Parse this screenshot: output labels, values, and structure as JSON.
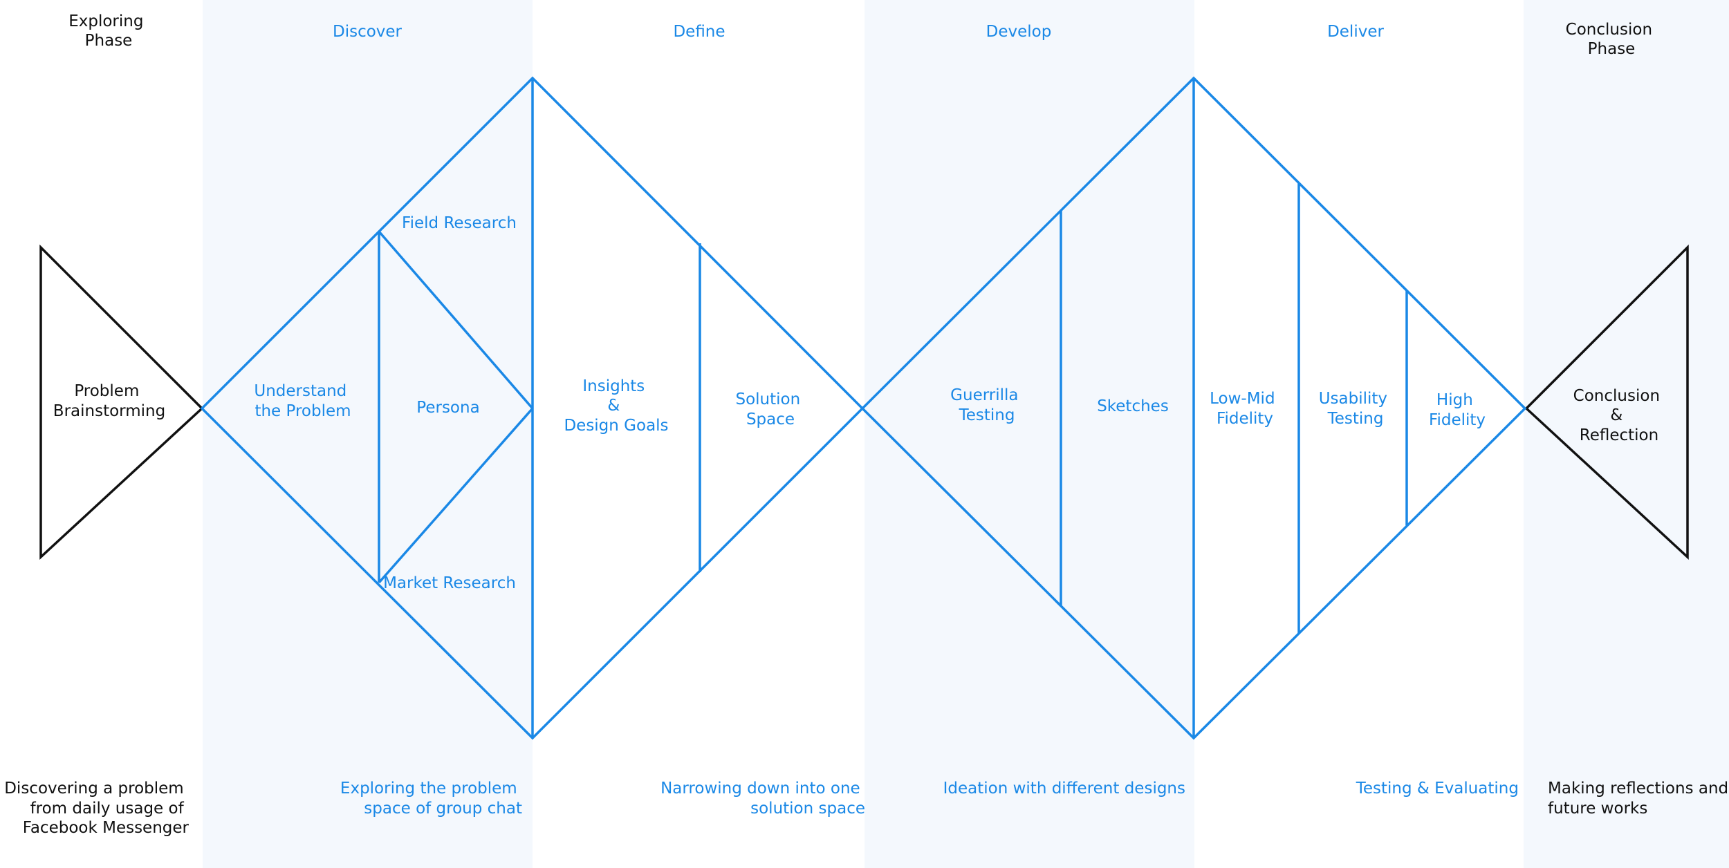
{
  "colors": {
    "accent": "#1a88e6",
    "ink": "#111111",
    "band": "#f4f8fd",
    "background": "#ffffff"
  },
  "header": {
    "exploring_phase": [
      "Exploring",
      "Phase"
    ],
    "discover": "Discover",
    "define": "Define",
    "develop": "Develop",
    "deliver": "Deliver",
    "conclusion_phase": [
      "Conclusion",
      "Phase"
    ]
  },
  "diagram": {
    "problem_brainstorming": [
      "Problem",
      "Brainstorming"
    ],
    "understand_problem": [
      "Understand",
      "the Problem"
    ],
    "field_research": "Field Research",
    "persona": "Persona",
    "market_research": "Market Research",
    "insights_design_goals": [
      "Insights",
      "&",
      "Design Goals"
    ],
    "solution_space": [
      "Solution",
      "Space"
    ],
    "guerrilla_testing": [
      "Guerrilla",
      "Testing"
    ],
    "sketches": "Sketches",
    "low_mid_fidelity": [
      "Low-Mid",
      "Fidelity"
    ],
    "usability_testing": [
      "Usability",
      "Testing"
    ],
    "high_fidelity": [
      "High",
      "Fidelity"
    ],
    "conclusion_reflection": [
      "Conclusion",
      "&",
      "Reflection"
    ]
  },
  "footer": {
    "exploring_desc": [
      "Discovering a problem",
      "from daily usage of",
      "Facebook Messenger"
    ],
    "discover_desc": [
      "Exploring the problem",
      "space of group chat"
    ],
    "define_desc": [
      "Narrowing down into one",
      "solution space"
    ],
    "develop_desc": "Ideation with different designs",
    "deliver_desc": "Testing & Evaluating",
    "conclusion_desc": [
      "Making reflections and",
      "future works"
    ]
  }
}
